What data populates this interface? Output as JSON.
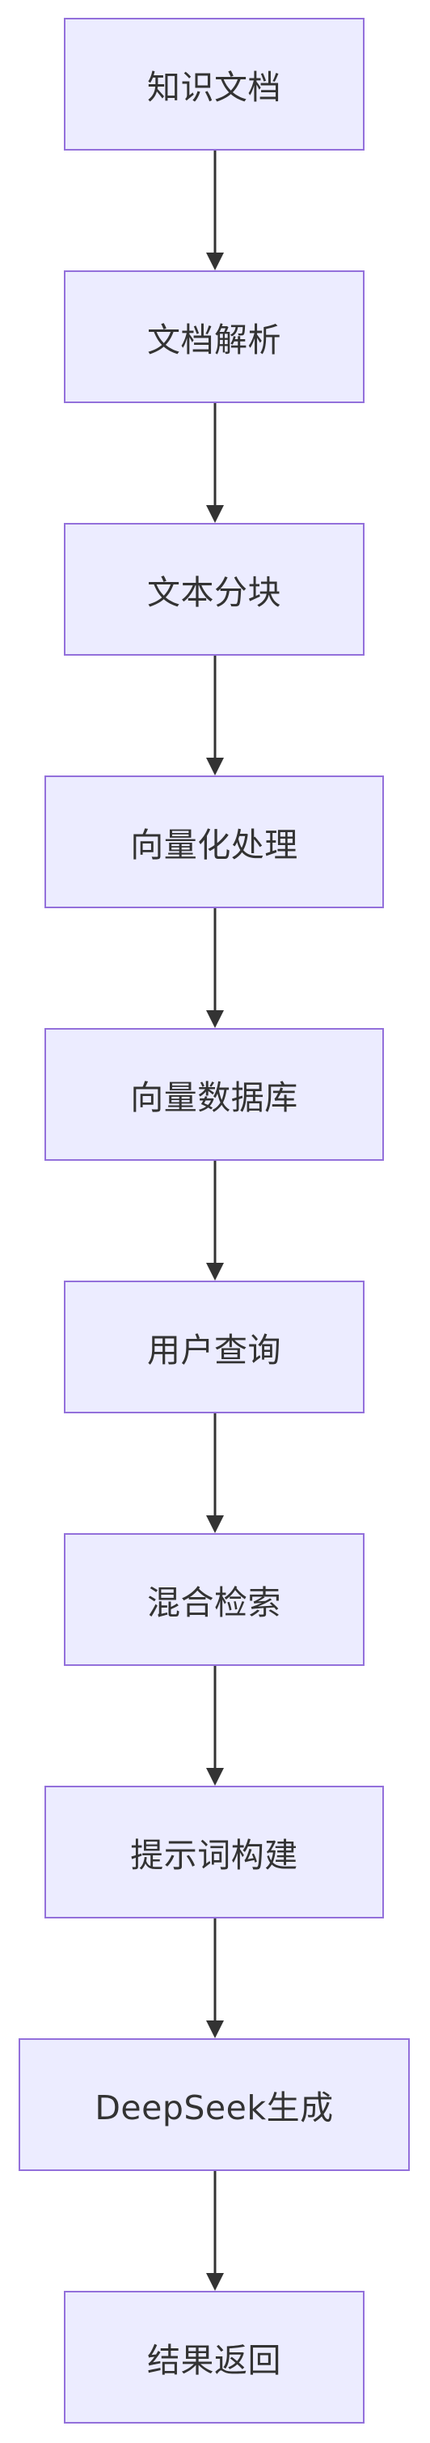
{
  "diagram": {
    "type": "flowchart",
    "direction": "top-to-bottom",
    "colors": {
      "node_fill": "#ececff",
      "node_border": "#9370db",
      "text": "#333333",
      "edge": "#333333"
    },
    "nodes": [
      {
        "id": "n1",
        "label": "知识文档"
      },
      {
        "id": "n2",
        "label": "文档解析"
      },
      {
        "id": "n3",
        "label": "文本分块"
      },
      {
        "id": "n4",
        "label": "向量化处理"
      },
      {
        "id": "n5",
        "label": "向量数据库"
      },
      {
        "id": "n6",
        "label": "用户查询"
      },
      {
        "id": "n7",
        "label": "混合检索"
      },
      {
        "id": "n8",
        "label": "提示词构建"
      },
      {
        "id": "n9",
        "label": "DeepSeek生成"
      },
      {
        "id": "n10",
        "label": "结果返回"
      }
    ],
    "edges": [
      {
        "from": "n1",
        "to": "n2"
      },
      {
        "from": "n2",
        "to": "n3"
      },
      {
        "from": "n3",
        "to": "n4"
      },
      {
        "from": "n4",
        "to": "n5"
      },
      {
        "from": "n5",
        "to": "n6"
      },
      {
        "from": "n6",
        "to": "n7"
      },
      {
        "from": "n7",
        "to": "n8"
      },
      {
        "from": "n8",
        "to": "n9"
      },
      {
        "from": "n9",
        "to": "n10"
      }
    ]
  }
}
